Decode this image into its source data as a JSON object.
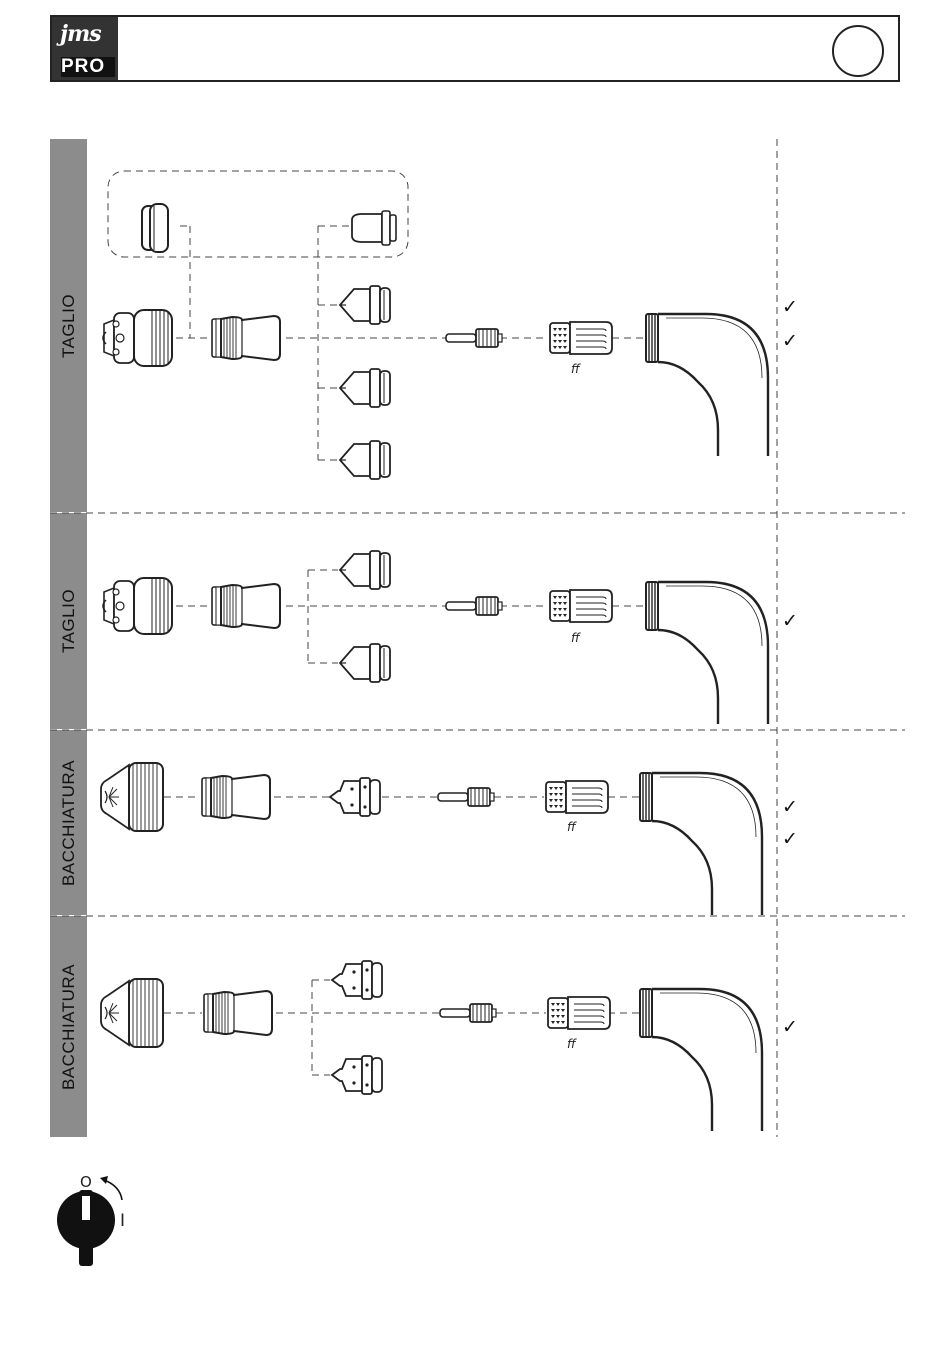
{
  "header": {
    "logo_top": "jms",
    "logo_bottom": "PRO"
  },
  "rows": [
    {
      "label": "TAGLIO",
      "checks": [
        "✓",
        "✓"
      ],
      "ff": "ff"
    },
    {
      "label": "TAGLIO",
      "checks": [
        "✓"
      ],
      "ff": "ff"
    },
    {
      "label": "BACCHIATURA",
      "checks": [
        "✓",
        "✓"
      ],
      "ff": "ff"
    },
    {
      "label": "BACCHIATURA",
      "checks": [
        "✓"
      ],
      "ff": "ff"
    }
  ],
  "switch": {
    "off_label": "O",
    "on_label": "I"
  }
}
